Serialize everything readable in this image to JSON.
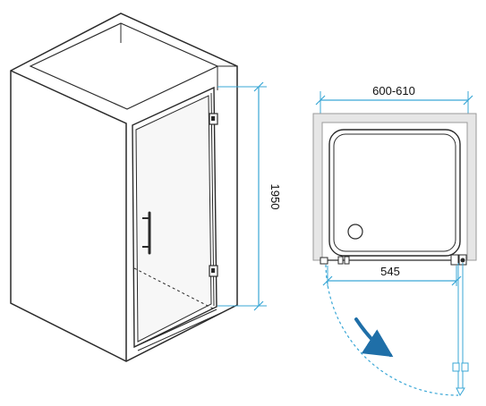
{
  "dimensions": {
    "height": "1950",
    "width_range": "600-610",
    "opening": "545"
  },
  "colors": {
    "outline": "#2a2a2a",
    "dimension_line": "#3aa7d6",
    "door_swing_arrow": "#1f6fa8",
    "wall_fill": "#e6e6e6"
  }
}
